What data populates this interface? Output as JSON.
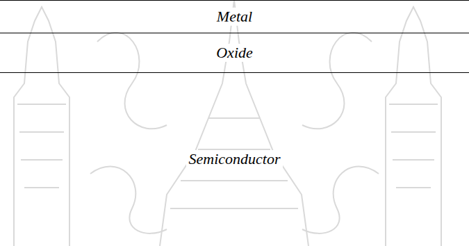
{
  "diagram": {
    "nodes": [
      {
        "text": [
          "Metal"
        ]
      },
      {
        "text": [
          "Oxide"
        ]
      },
      {
        "text": [
          "Semiconductor"
        ]
      }
    ]
  }
}
